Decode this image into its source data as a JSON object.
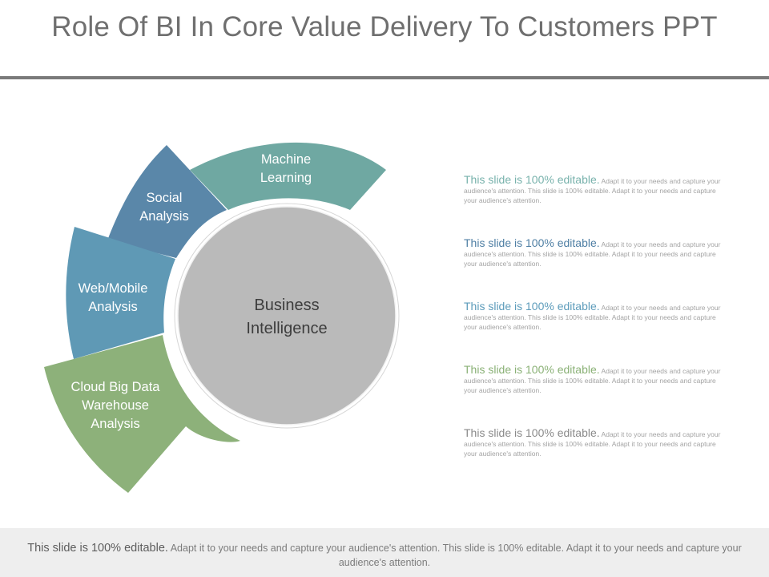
{
  "title": "Role Of BI In Core Value Delivery To Customers PPT",
  "center": {
    "line1": "Business",
    "line2": "Intelligence"
  },
  "segments": [
    {
      "line1": "Machine",
      "line2": "Learning",
      "line3": "",
      "color": "#6fa8a2"
    },
    {
      "line1": "Social",
      "line2": "Analysis",
      "line3": "",
      "color": "#5a87a9"
    },
    {
      "line1": "Web/Mobile",
      "line2": "Analysis",
      "line3": "",
      "color": "#5f99b5"
    },
    {
      "line1": "Cloud Big Data",
      "line2": "Warehouse",
      "line3": "Analysis",
      "color": "#8db17a"
    }
  ],
  "descriptions": [
    {
      "head": "This slide is 100% editable.",
      "body": " Adapt it to your needs and capture your audience's attention. This slide is 100% editable. Adapt it to your needs and capture your audience's attention.",
      "color": "#78b2ac"
    },
    {
      "head": "This slide is 100% editable.",
      "body": " Adapt it to your needs and capture your audience's attention. This slide is 100% editable. Adapt it to your needs and capture your audience's attention.",
      "color": "#4f7fa4"
    },
    {
      "head": "This slide is 100% editable.",
      "body": " Adapt it to your needs and capture your audience's attention. This slide is 100% editable. Adapt it to your needs and capture your audience's attention.",
      "color": "#5d9cbb"
    },
    {
      "head": "This slide is 100% editable.",
      "body": " Adapt it to your needs and capture your audience's attention. This slide is 100% editable. Adapt it to your needs and capture your audience's attention.",
      "color": "#8ab176"
    },
    {
      "head": "This slide is 100% editable.",
      "body": " Adapt it to your needs and capture your audience's attention. This slide is 100% editable. Adapt it to your needs and capture your audience's attention.",
      "color": "#8a8a8a"
    }
  ],
  "footer": {
    "head": "This slide is 100% editable.",
    "body": " Adapt it to your needs and capture your audience's attention. This slide is 100% editable. Adapt it to your needs and capture your audience's attention."
  }
}
